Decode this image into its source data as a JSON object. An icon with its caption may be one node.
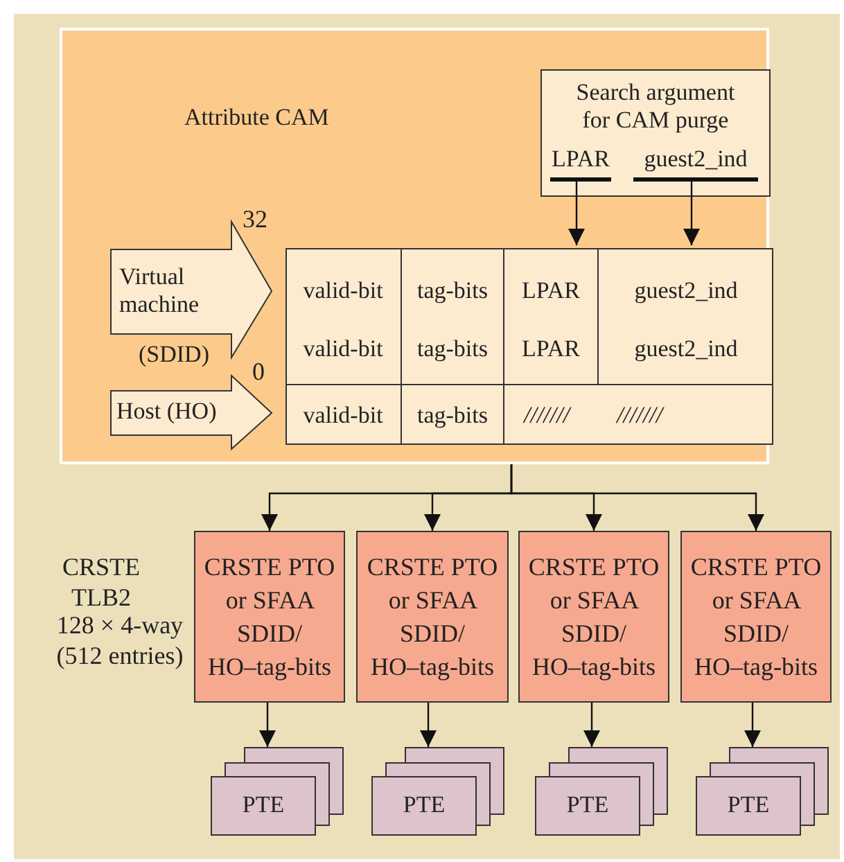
{
  "diagram": {
    "nodes": [
      {
        "text": [
          "Attribute CAM"
        ]
      },
      {
        "text": [
          "Search argument for CAM purge"
        ],
        "in": 0
      },
      {
        "text": [
          "LPAR"
        ],
        "in": 1
      },
      {
        "text": [
          "guest2_ind"
        ],
        "in": 1
      },
      {
        "text": [
          "Virtual machine"
        ],
        "beside": [
          "(SDID)"
        ],
        "in": 0
      },
      {
        "text": [
          "Host (HO)"
        ],
        "in": 0
      },
      {
        "text": [],
        "shape": "box",
        "in": 0
      },
      {
        "text": [
          "valid-bit",
          "valid-bit"
        ],
        "in": 6
      },
      {
        "text": [
          "tag-bits",
          "tag-bits"
        ],
        "in": 6
      },
      {
        "text": [
          "LPAR",
          "LPAR"
        ],
        "in": 6
      },
      {
        "text": [
          "guest2_ind",
          "guest2_ind"
        ],
        "in": 6
      },
      {
        "text": [
          "valid-bit"
        ],
        "in": 6
      },
      {
        "text": [
          "tag-bits"
        ],
        "in": 6
      },
      {
        "text": [
          "///////",
          "///////"
        ],
        "in": 6
      },
      {
        "text": [
          "CRSTE PTO or SFAA SDID/ HO–tag-bits"
        ]
      },
      {
        "text": [
          "CRSTE PTO or SFAA SDID/ HO–tag-bits"
        ]
      },
      {
        "text": [
          "CRSTE PTO or SFAA SDID/ HO–tag-bits"
        ]
      },
      {
        "text": [
          "CRSTE PTO or SFAA SDID/ HO–tag-bits"
        ]
      },
      {
        "text": [
          "PTE"
        ]
      },
      {
        "text": [
          "PTE"
        ]
      },
      {
        "text": [
          "PTE"
        ]
      },
      {
        "text": [
          "PTE"
        ]
      }
    ],
    "edges": [
      {
        "from": 2,
        "to": 9,
        "arrow": "to"
      },
      {
        "from": 3,
        "to": 10,
        "arrow": "to"
      },
      {
        "from": 0,
        "to": 14,
        "arrow": "to"
      },
      {
        "from": 0,
        "to": 15,
        "arrow": "to"
      },
      {
        "from": 0,
        "to": 16,
        "arrow": "to"
      },
      {
        "from": 0,
        "to": 17,
        "arrow": "to"
      },
      {
        "from": 14,
        "to": 18,
        "arrow": "to"
      },
      {
        "from": 15,
        "to": 19,
        "arrow": "to"
      },
      {
        "from": 16,
        "to": 20,
        "arrow": "to"
      },
      {
        "from": 17,
        "to": 21,
        "arrow": "to"
      }
    ],
    "labels": [
      "32",
      "0",
      "CRSTE TLB2",
      "128 × 4-way (512 entries)"
    ]
  }
}
